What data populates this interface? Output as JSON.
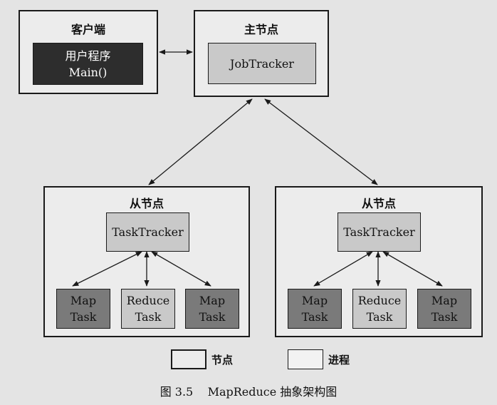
{
  "client": {
    "title": "客户端",
    "program": {
      "line1": "用户程序",
      "line2": "Main()"
    }
  },
  "master": {
    "title": "主节点",
    "job_tracker": "JobTracker"
  },
  "slaves": [
    {
      "title": "从节点",
      "task_tracker": "TaskTracker",
      "tasks": [
        {
          "line1": "Map",
          "line2": "Task"
        },
        {
          "line1": "Reduce",
          "line2": "Task"
        },
        {
          "line1": "Map",
          "line2": "Task"
        }
      ]
    },
    {
      "title": "从节点",
      "task_tracker": "TaskTracker",
      "tasks": [
        {
          "line1": "Map",
          "line2": "Task"
        },
        {
          "line1": "Reduce",
          "line2": "Task"
        },
        {
          "line1": "Map",
          "line2": "Task"
        }
      ]
    }
  ],
  "legend": {
    "node_label": "节点",
    "process_label": "进程"
  },
  "caption": "图 3.5    MapReduce 抽象架构图",
  "colors": {
    "background": "#e4e4e4",
    "border": "#1a1a1a",
    "process_light": "#c9c9c9",
    "process_dark": "#7a7a7a",
    "process_black": "#2d2d2d"
  }
}
